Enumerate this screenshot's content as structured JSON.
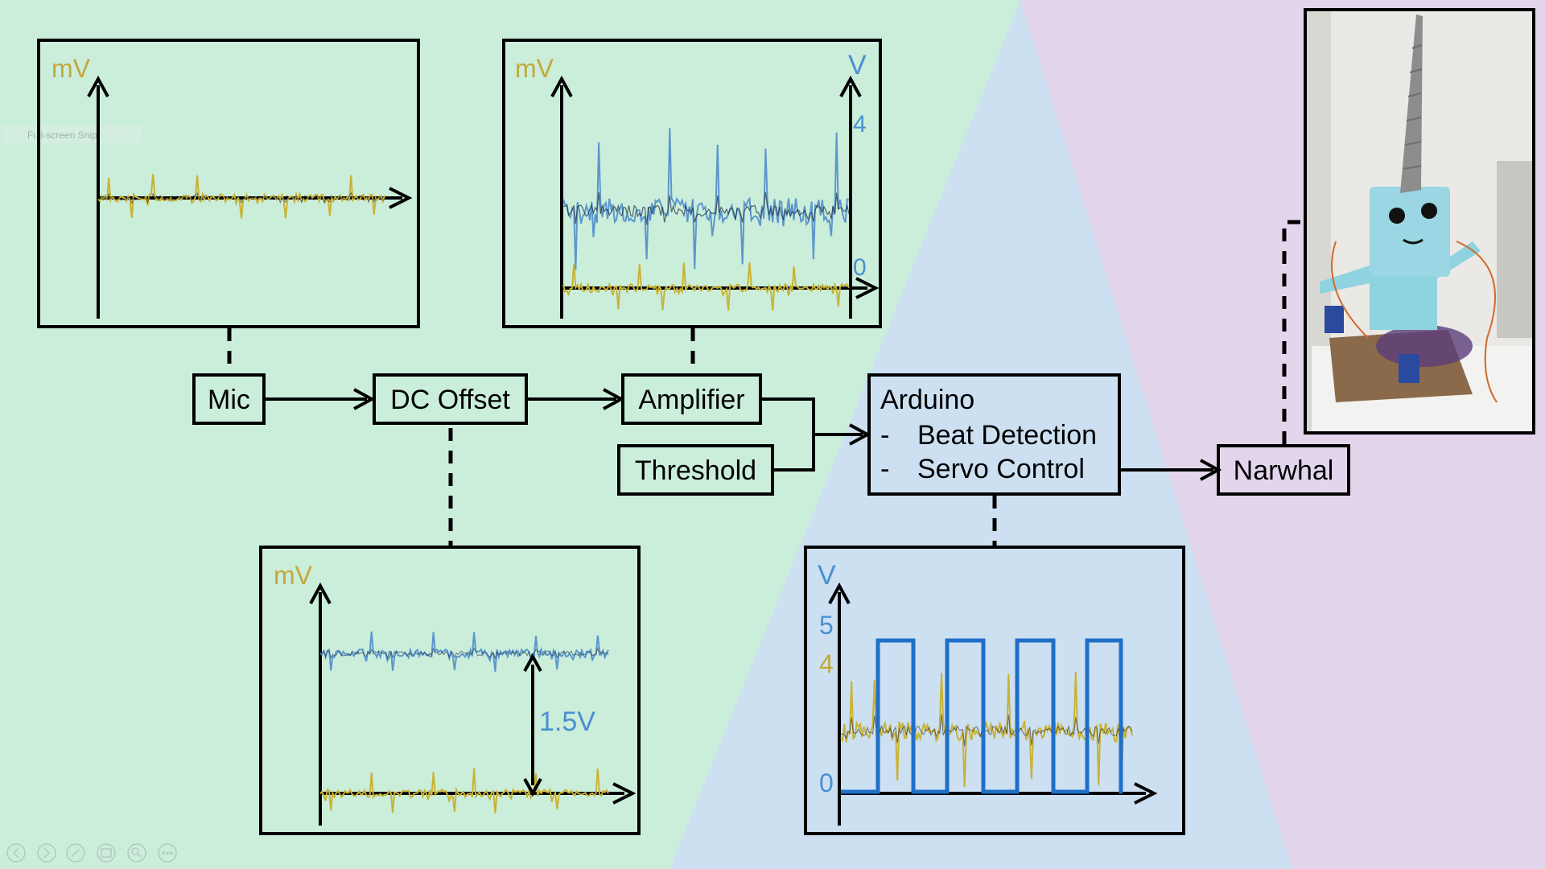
{
  "colors": {
    "bg_green": "#cbeedb",
    "bg_blue": "#cce0f2",
    "bg_purple": "#e3d6ec",
    "signal_yellow": "#c9b234",
    "signal_blue": "#5b97cc",
    "axis_label_yellow": "#c3a93a",
    "axis_label_blue": "#4a8fd0",
    "square_wave": "#1f6fc8",
    "ink": "#000000"
  },
  "blocks": {
    "mic": "Mic",
    "dc_offset": "DC Offset",
    "amplifier": "Amplifier",
    "threshold": "Threshold",
    "arduino": {
      "title": "Arduino",
      "items": [
        "Beat Detection",
        "Servo Control"
      ],
      "bullet": "-"
    },
    "narwhal": "Narwhal"
  },
  "scopes": {
    "mic": {
      "y_unit": "mV"
    },
    "amplifier": {
      "y_unit_left": "mV",
      "y_unit_right": "V",
      "tick_high": "4",
      "tick_low": "0"
    },
    "dc_offset": {
      "y_unit": "mV",
      "offset_label": "1.5V"
    },
    "arduino": {
      "y_unit": "V",
      "tick_5": "5",
      "tick_4": "4",
      "tick_0": "0"
    }
  },
  "overlay": {
    "snip_text": "Full-screen Snip"
  },
  "photo": {
    "subject": "narwhal-robot-photo"
  },
  "slideshow_controls": [
    "prev-icon",
    "next-icon",
    "pen-icon",
    "slides-icon",
    "zoom-icon",
    "more-icon"
  ]
}
